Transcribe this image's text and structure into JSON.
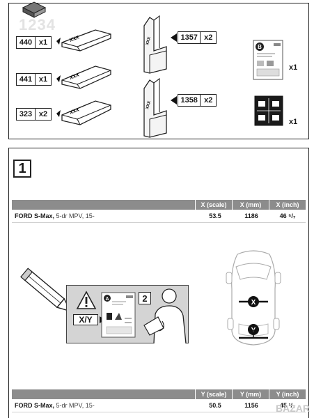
{
  "parts_panel": {
    "watermark": "1234",
    "parts": [
      {
        "code": "440",
        "qty": "x1",
        "mark": "XXX"
      },
      {
        "code": "441",
        "qty": "x1",
        "mark": "XXX"
      },
      {
        "code": "323",
        "qty": "x2",
        "mark": "XXX"
      },
      {
        "code": "1357",
        "qty": "x2",
        "mark": "XXX"
      },
      {
        "code": "1358",
        "qty": "x2",
        "mark": "XXX"
      }
    ],
    "docs": [
      {
        "qty": "x1",
        "letter": "B"
      },
      {
        "qty": "x1"
      }
    ]
  },
  "step": {
    "number": "1",
    "table_x": {
      "headers": [
        "X (scale)",
        "X (mm)",
        "X (inch)"
      ],
      "model": "FORD S-Max,",
      "variant": "5-dr MPV, 15-",
      "values": [
        "53.5",
        "1186",
        "46 ⁵/₇"
      ]
    },
    "table_y": {
      "headers": [
        "Y (scale)",
        "Y (mm)",
        "Y (inch)"
      ],
      "model": "FORD S-Max,",
      "variant": "5-dr MPV, 15-",
      "values": [
        "50.5",
        "1156",
        "45 ¹/₂"
      ]
    },
    "illustration": {
      "xy_label": "X/Y",
      "page_number": "2",
      "doc_letter": "A",
      "car_labels": [
        "X",
        "Y"
      ]
    }
  },
  "corner_watermark": "BAZAR"
}
